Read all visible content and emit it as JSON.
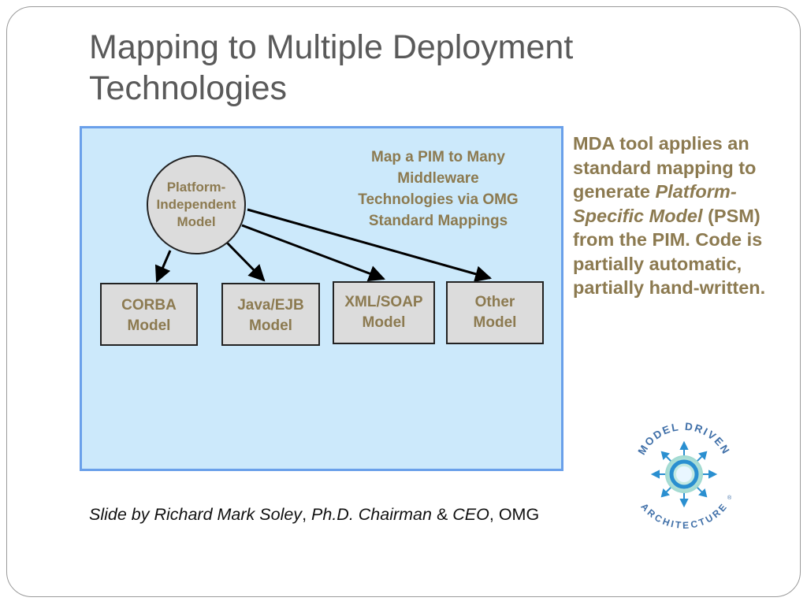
{
  "slide": {
    "title": "Mapping to Multiple Deployment Technologies"
  },
  "diagram": {
    "pim_label": "Platform-Independent Model",
    "pim_lines": [
      "Platform-",
      "Independent",
      "Model"
    ],
    "caption_lines": [
      "Map a PIM to Many",
      "Middleware",
      "Technologies via OMG",
      "Standard Mappings"
    ],
    "targets": [
      {
        "lines": [
          "CORBA",
          "Model"
        ]
      },
      {
        "lines": [
          "Java/EJB",
          "Model"
        ]
      },
      {
        "lines": [
          "XML/SOAP",
          "Model"
        ]
      },
      {
        "lines": [
          "Other",
          "Model"
        ]
      }
    ],
    "colors": {
      "panel_fill": "#cce9fb",
      "panel_border": "#6aa0ea",
      "node_fill": "#dcdcdc",
      "label_text": "#8c7a50"
    }
  },
  "side_text": {
    "part1": "MDA tool applies an standard mapping to generate ",
    "italic": "Platform-Specific Model",
    "part2": " (PSM) from the PIM. Code is partially automatic, partially hand-written."
  },
  "credit": {
    "slide_by": "Slide by Richard Mark Soley",
    "sep1": ", ",
    "phd": "Ph.D. Chairman",
    "amp": " & ",
    "ceo": "CEO",
    "sep2": ", ",
    "org": "OMG"
  },
  "logo": {
    "top_text": "MODEL DRIVEN",
    "bottom_text": "ARCHITECTURE",
    "mark": "®",
    "colors": {
      "text": "#3f6fa8",
      "ring": "#2a8fd0",
      "glow": "#a6e0d8"
    }
  }
}
